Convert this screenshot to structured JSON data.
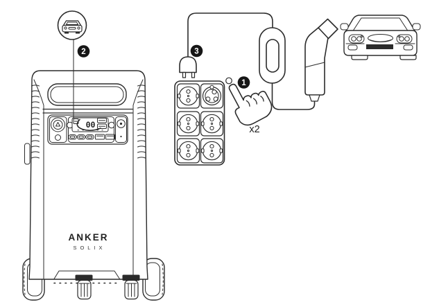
{
  "colors": {
    "ink": "#2b2b2b",
    "badge_bg": "#161616",
    "badge_text": "#ffffff",
    "background": "#ffffff"
  },
  "power_station": {
    "brand": "ANKER",
    "series": "SOLIX",
    "display_value": "00"
  },
  "callouts": {
    "step1": {
      "number": "1"
    },
    "step2": {
      "number": "2"
    },
    "step3": {
      "number": "3"
    },
    "press_count": "x2"
  },
  "icons": {
    "callout": "car-front-icon",
    "press": "pointing-hand-icon",
    "plug": "ac-plug-icon",
    "connector": "ev-connector-icon"
  }
}
